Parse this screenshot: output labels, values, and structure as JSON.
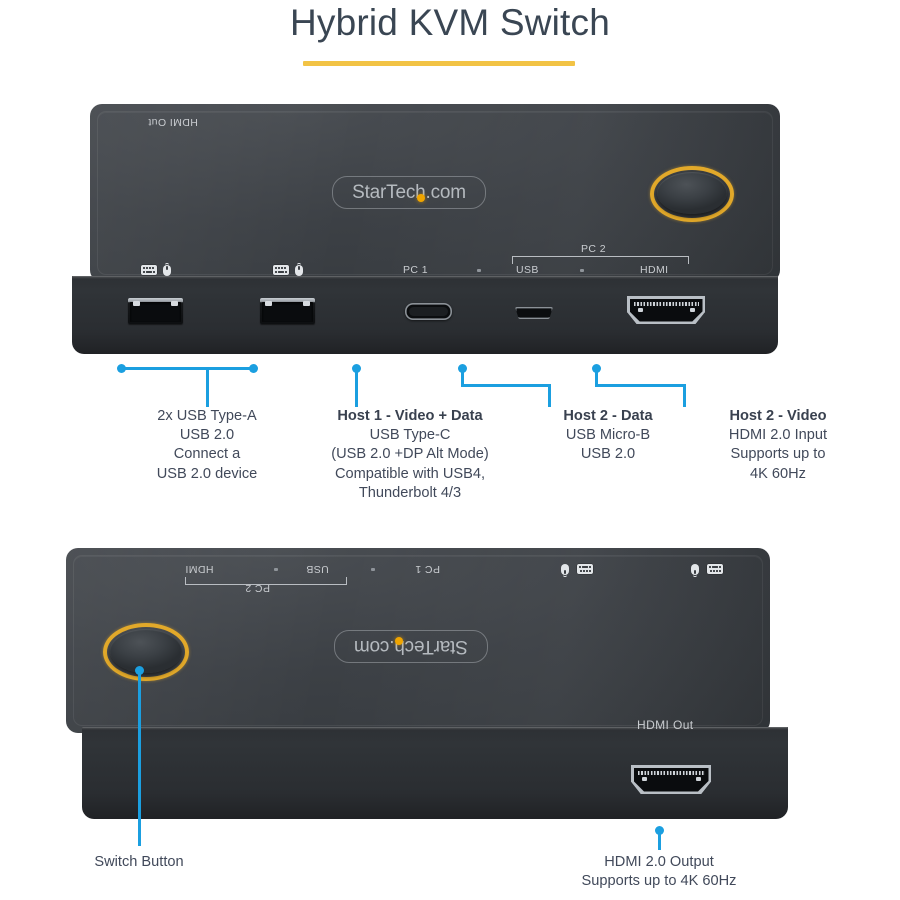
{
  "header": {
    "title": "Hybrid KVM Switch",
    "accent_color": "#f2c345",
    "title_color": "#3a4653"
  },
  "theme": {
    "leader_line_color": "#1b9fe0",
    "device_body_color": "#3c4045",
    "button_ring_color": "#e2a92a",
    "logo_dot_color": "#f0a500",
    "callout_text_color": "#41495a"
  },
  "top_device": {
    "name": "kvm-switch-front-view",
    "brand": "StarTech.com",
    "silkscreen": {
      "hdmi_out": "HDMI Out",
      "pc1": "PC 1",
      "pc2": "PC 2",
      "pc2_usb": "USB",
      "pc2_hdmi": "HDMI",
      "peripheral_icons": [
        "keyboard-icon",
        "mouse-icon",
        "keyboard-icon",
        "mouse-icon"
      ]
    },
    "ports": [
      {
        "id": "usb-a-1",
        "type": "usb-type-a"
      },
      {
        "id": "usb-a-2",
        "type": "usb-type-a"
      },
      {
        "id": "usb-c-1",
        "type": "usb-type-c"
      },
      {
        "id": "micro-b-1",
        "type": "usb-micro-b"
      },
      {
        "id": "hdmi-in",
        "type": "hdmi"
      }
    ],
    "switch_button": "switch-button"
  },
  "bottom_device": {
    "name": "kvm-switch-rear-view",
    "brand": "StarTech.com",
    "silkscreen": {
      "hdmi_out": "HDMI Out",
      "pc1": "PC 1",
      "pc2": "PC 2",
      "pc2_usb": "USB",
      "pc2_hdmi": "HDMI"
    },
    "ports": [
      {
        "id": "hdmi-out",
        "type": "hdmi"
      }
    ],
    "switch_button": "switch-button"
  },
  "callouts": [
    {
      "id": "usb-type-a",
      "heading": "",
      "lines": [
        "2x USB Type-A",
        "USB 2.0",
        "Connect a",
        "USB 2.0 device"
      ]
    },
    {
      "id": "host-1-video-data",
      "heading": "Host 1 - Video + Data",
      "lines": [
        "USB Type-C",
        "(USB 2.0 +DP Alt Mode)",
        "Compatible with USB4,",
        "Thunderbolt 4/3"
      ]
    },
    {
      "id": "host-2-data",
      "heading": "Host 2 - Data",
      "lines": [
        "USB Micro-B",
        "USB 2.0"
      ]
    },
    {
      "id": "host-2-video",
      "heading": "Host 2 - Video",
      "lines": [
        "HDMI 2.0 Input",
        "Supports up to",
        "4K 60Hz"
      ]
    },
    {
      "id": "switch-button",
      "heading": "",
      "lines": [
        "Switch Button"
      ]
    },
    {
      "id": "hdmi-output",
      "heading": "",
      "lines": [
        "HDMI 2.0 Output",
        "Supports up to 4K 60Hz"
      ]
    }
  ]
}
